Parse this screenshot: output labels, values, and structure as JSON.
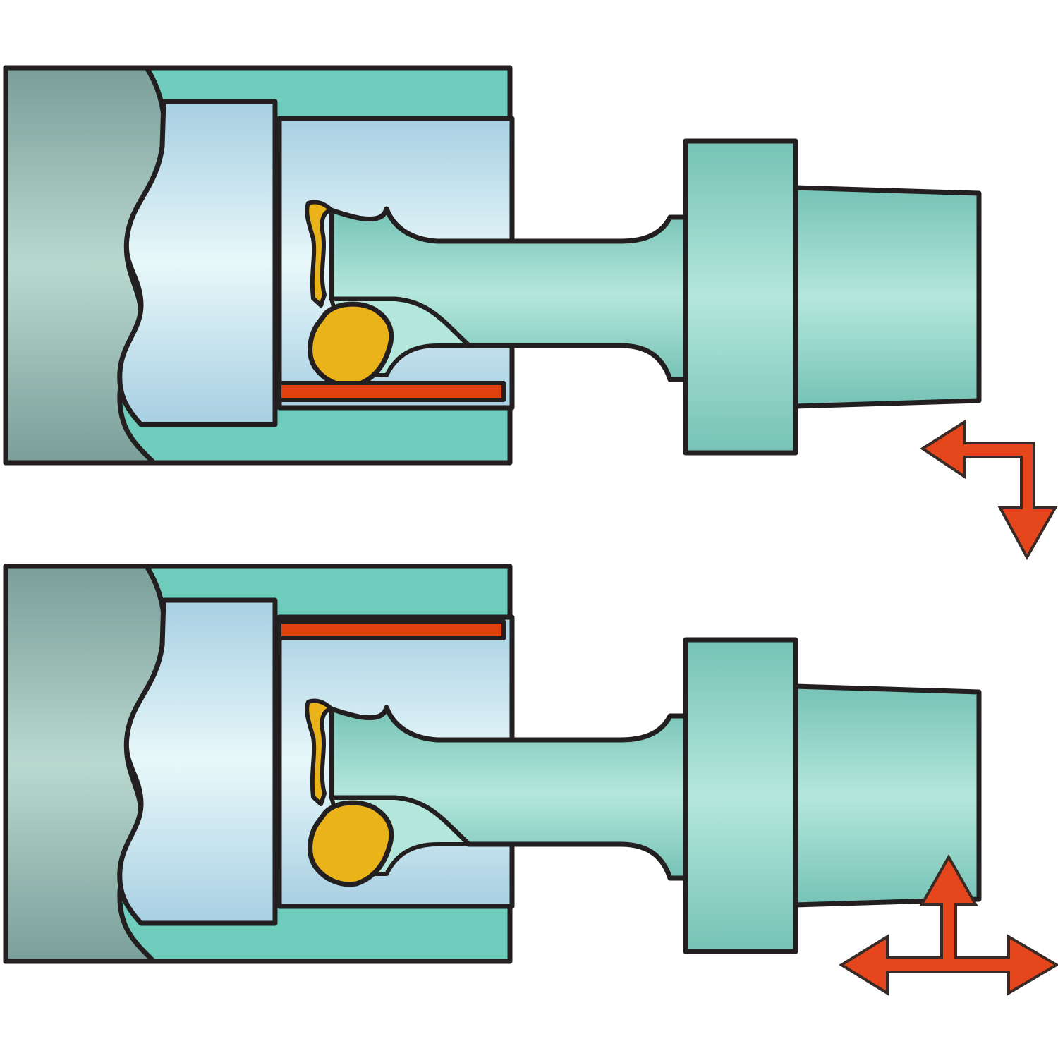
{
  "colors": {
    "outline": "#231f20",
    "housing": "#6fcdbd",
    "chuck_dark": "#7a9e99",
    "chuck_light": "#b9d8cf",
    "bore_dark": "#a7cfe2",
    "bore_light": "#e8f8fa",
    "tool_dark": "#76c2b6",
    "tool_light": "#b4e7dc",
    "insert": "#eab319",
    "machined_surface": "#e1400f",
    "arrow_fill": "#e6461b",
    "arrow_stroke": "#3a2a25",
    "background": "#ffffff"
  },
  "panels": [
    {
      "id": "top",
      "machined_surface": "bore-bottom",
      "motion_arrow": "left-and-down"
    },
    {
      "id": "bottom",
      "machined_surface": "bore-top",
      "motion_arrow": "up-left-right"
    }
  ]
}
